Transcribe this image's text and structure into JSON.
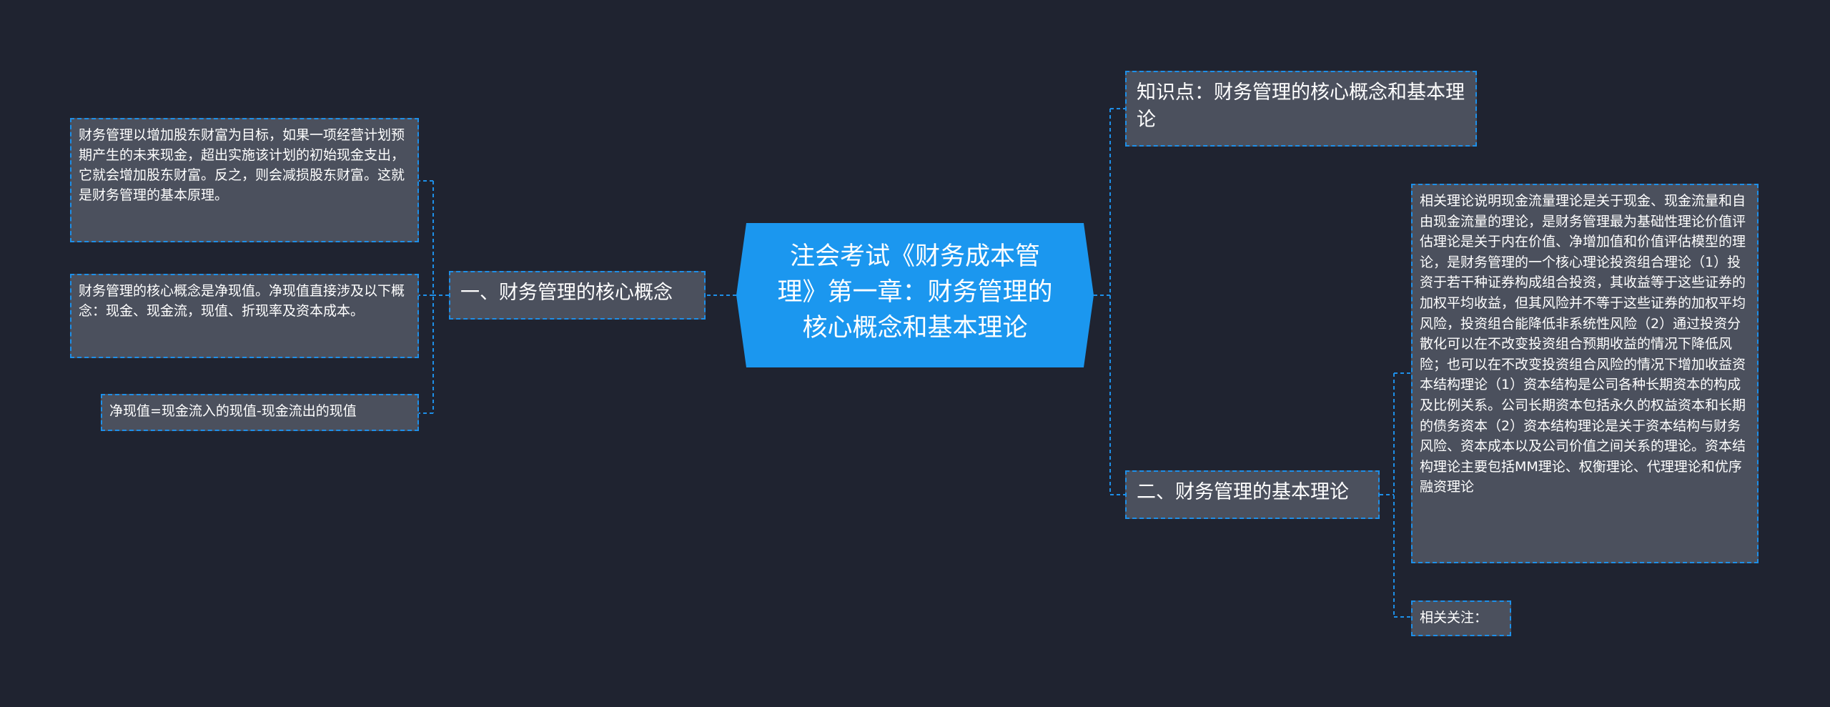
{
  "center": {
    "title": "注会考试《财务成本管理》第一章：财务管理的核心概念和基本理论",
    "color": "#1b97ef"
  },
  "left_branch": {
    "label": "一、财务管理的核心概念",
    "children": [
      "财务管理以增加股东财富为目标，如果一项经营计划预期产生的未来现金，超出实施该计划的初始现金支出，它就会增加股东财富。反之，则会减损股东财富。这就是财务管理的基本原理。",
      "财务管理的核心概念是净现值。净现值直接涉及以下概念：现金、现金流，现值、折现率及资本成本。",
      "净现值=现金流入的现值-现金流出的现值"
    ]
  },
  "right_top": {
    "label": "知识点：财务管理的核心概念和基本理论"
  },
  "right_branch": {
    "label": "二、财务管理的基本理论",
    "children": [
      "相关理论说明现金流量理论是关于现金、现金流量和自由现金流量的理论，是财务管理最为基础性理论价值评估理论是关于内在价值、净增加值和价值评估模型的理论，是财务管理的一个核心理论投资组合理论（1）投资于若干种证券构成组合投资，其收益等于这些证券的加权平均收益，但其风险并不等于这些证券的加权平均风险，投资组合能降低非系统性风险（2）通过投资分散化可以在不改变投资组合预期收益的情况下降低风险；也可以在不改变投资组合风险的情况下增加收益资本结构理论（1）资本结构是公司各种长期资本的构成及比例关系。公司长期资本包括永久的权益资本和长期的债务资本（2）资本结构理论是关于资本结构与财务风险、资本成本以及公司价值之间关系的理论。资本结构理论主要包括MM理论、权衡理论、代理理论和优序融资理论",
      "相关关注："
    ]
  },
  "colors": {
    "background": "#1f2330",
    "node_fill": "#4b505d",
    "link": "#1e8fe8"
  }
}
